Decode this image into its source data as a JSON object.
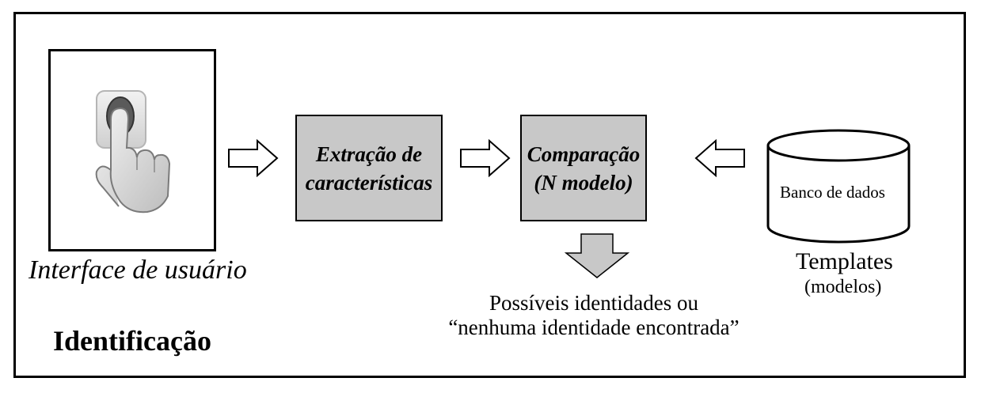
{
  "diagram": {
    "user_interface_label": "Interface de usuário",
    "feature_extraction": [
      "Extração de",
      "características"
    ],
    "comparison": [
      "Comparação",
      "(N modelo)"
    ],
    "database_label": "Banco de dados",
    "templates_label": "Templates",
    "templates_sublabel": "(modelos)",
    "output_lines": [
      "Possíveis identidades ou",
      "“nenhuma identidade encontrada”"
    ],
    "title": "Identificação"
  }
}
